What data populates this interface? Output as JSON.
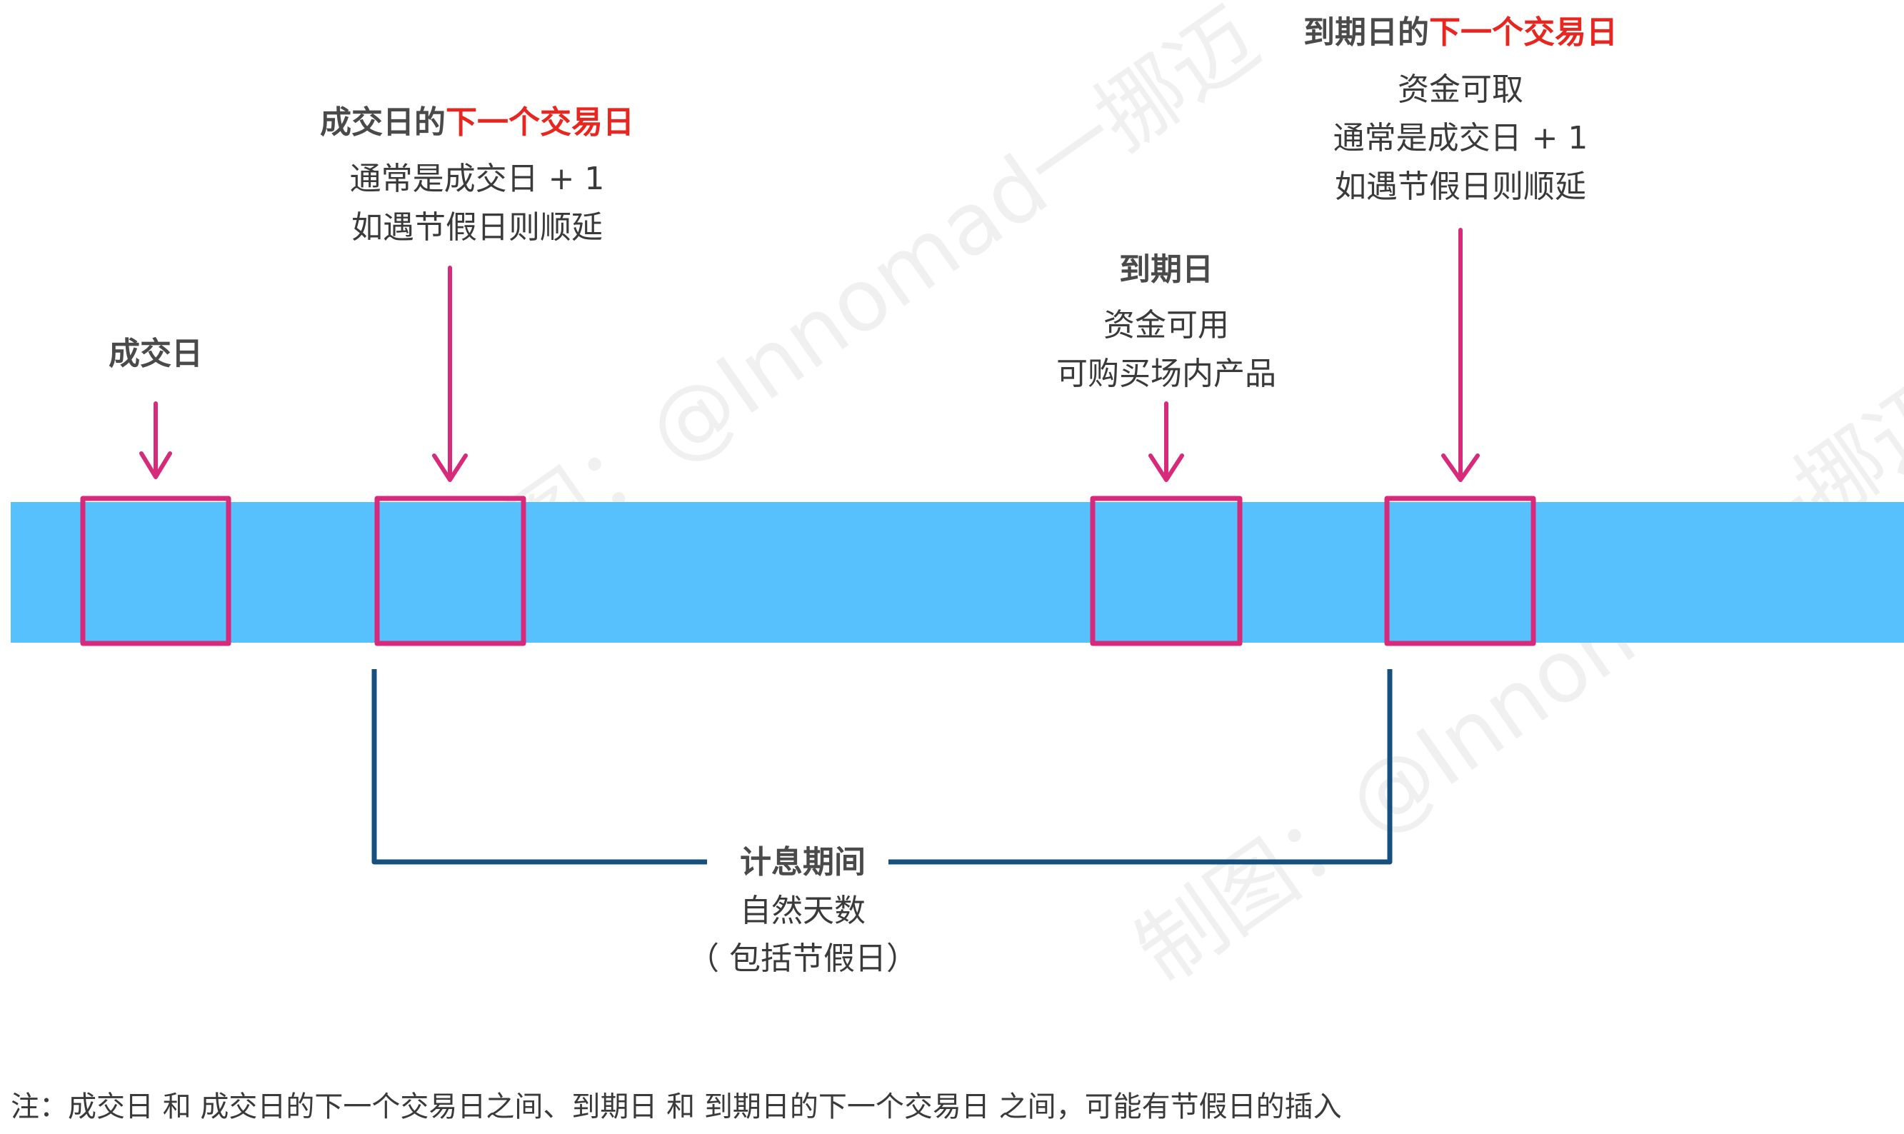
{
  "watermark": "制图：@Innomad一挪迈",
  "colors": {
    "timeline_bar": "#56c1fc",
    "day_box": "#d72a7a",
    "arrow": "#d72a7a",
    "bracket": "#15507f",
    "highlight": "#e8251f",
    "text": "#3a3a3a"
  },
  "markers": {
    "trade_day": {
      "title": "成交日"
    },
    "trade_next": {
      "title_prefix": "成交日的",
      "title_highlight": "下一个交易日",
      "line1": "通常是成交日 + 1",
      "line2": "如遇节假日则顺延"
    },
    "maturity": {
      "title": "到期日",
      "line1": "资金可用",
      "line2": "可购买场内产品"
    },
    "maturity_next": {
      "title_prefix": "到期日的",
      "title_highlight": "下一个交易日",
      "line1": "资金可取",
      "line2": "通常是成交日 + 1",
      "line3": "如遇节假日则顺延"
    }
  },
  "interest_period": {
    "title": "计息期间",
    "line1": "自然天数",
    "line2": "（ 包括节假日）"
  },
  "footnote": "注：成交日 和 成交日的下一个交易日之间、到期日 和 到期日的下一个交易日 之间，可能有节假日的插入"
}
